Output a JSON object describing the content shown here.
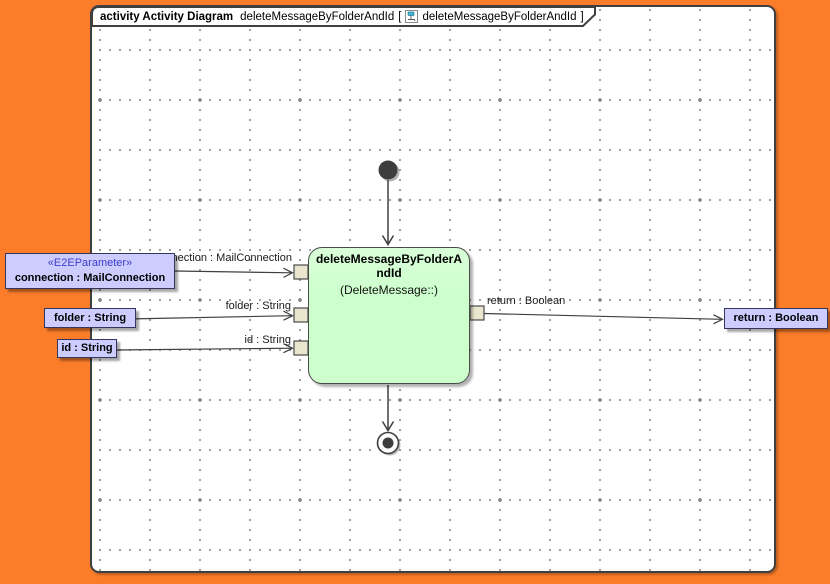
{
  "frame_title": {
    "keyword": "activity Activity Diagram",
    "diagram_name": "deleteMessageByFolderAndId",
    "bracket_open": "[",
    "bracket_close": "]",
    "context_name": "deleteMessageByFolderAndId"
  },
  "activity": {
    "name": "deleteMessageByFolderAndId",
    "qualifier": "(DeleteMessage::)"
  },
  "inputs": [
    {
      "stereotype": "«E2EParameter»",
      "name": "connection : MailConnection",
      "edge_label": "connection : MailConnection"
    },
    {
      "name": "folder : String",
      "edge_label": "folder : String"
    },
    {
      "name": "id : String",
      "edge_label": "id : String"
    }
  ],
  "output": {
    "name": "return : Boolean",
    "edge_label": "return : Boolean"
  },
  "colors": {
    "window_background": "#fb7d2a",
    "activity_fill": "#ccffcc",
    "parameter_fill": "#ccccff",
    "pin_fill": "#e9e6cd",
    "stereotype_text": "#3d3dcc",
    "stroke": "#3f3f3f"
  }
}
